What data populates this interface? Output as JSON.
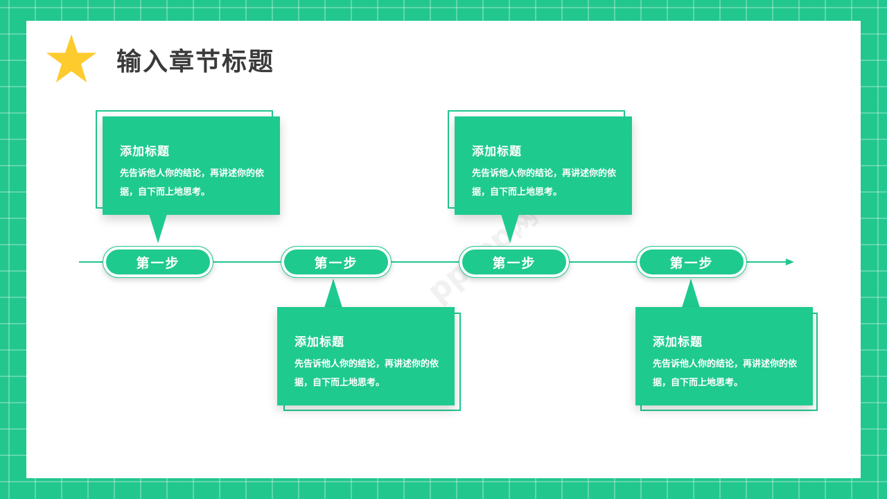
{
  "slide": {
    "title": "输入章节标题"
  },
  "colors": {
    "accent": "#1fca8f",
    "star": "#fecb2f",
    "title": "#3a3a3a"
  },
  "steps": [
    {
      "label": "第一步"
    },
    {
      "label": "第一步"
    },
    {
      "label": "第一步"
    },
    {
      "label": "第一步"
    }
  ],
  "cards": [
    {
      "title": "添加标题",
      "text": "先告诉他人你的结论，再讲述你的依据，自下而上地思考。"
    },
    {
      "title": "添加标题",
      "text": "先告诉他人你的结论，再讲述你的依据，自下而上地思考。"
    },
    {
      "title": "添加标题",
      "text": "先告诉他人你的结论，再讲述你的依据，自下而上地思考。"
    },
    {
      "title": "添加标题",
      "text": "先告诉他人你的结论，再讲述你的依据，自下而上地思考。"
    }
  ],
  "watermark": "pptpp网"
}
